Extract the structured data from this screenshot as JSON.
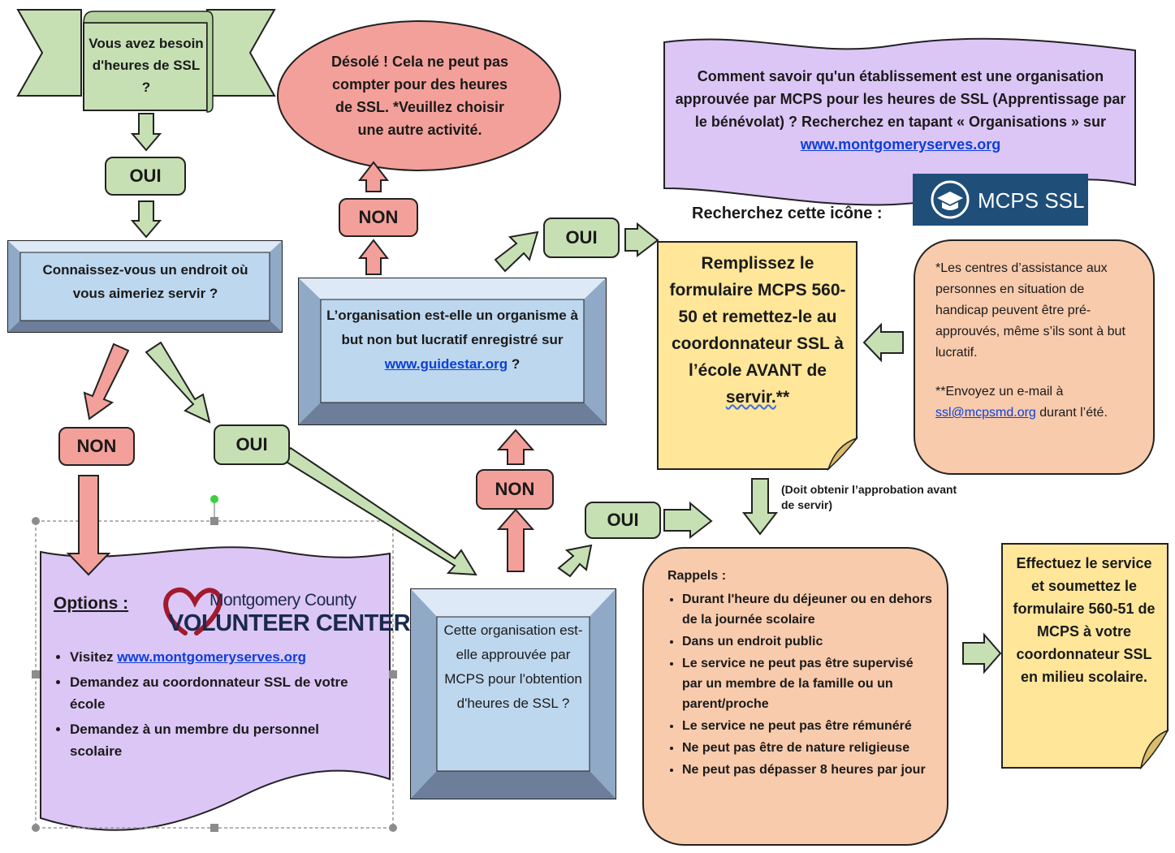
{
  "start": {
    "text": "Vous avez besoin d'heures de SSL ?"
  },
  "sorry": {
    "text": "Désolé ! Cela ne peut pas compter pour des heures de SSL. *Veuillez choisir une autre activité."
  },
  "how_to_know": {
    "text": "Comment savoir qu'un établissement est une organisation approuvée par MCPS pour les heures de SSL (Apprentissage par le bénévolat) ? Recherchez en tapant « Organisations » sur",
    "link": "www.montgomeryserves.org"
  },
  "search_icon_label": "Recherchez cette icône :",
  "mcps_badge": {
    "text": "MCPS SSL"
  },
  "labels": {
    "oui": "OUI",
    "non": "NON"
  },
  "know_place": {
    "text": "Connaissez-vous un endroit où vous aimeriez servir ?"
  },
  "nonprofit": {
    "text": "L’organisation est-elle un organisme à but non but lucratif enregistré sur",
    "link": "www.guidestar.org",
    "suffix": " ?"
  },
  "fill_form": {
    "text_a": "Remplissez le formulaire MCPS 560-50 et remettez-le au coordonnateur SSL à l’école AVANT de ",
    "text_b": "servir.",
    "text_c": "**"
  },
  "note": {
    "p1": "*Les centres d’assistance aux personnes en situation de handicap peuvent être pré-approuvés, même s’ils sont à but lucratif.",
    "p2_prefix": "**Envoyez un e-mail à ",
    "p2_link": "ssl@mcpsmd.org",
    "p2_suffix": " durant l’été."
  },
  "approval_note": "(Doit obtenir l’approbation avant de servir)",
  "approved": {
    "text": "Cette organisation est-elle approuvée par MCPS pour l'obtention d'heures de SSL ?"
  },
  "reminders": {
    "title": "Rappels :",
    "items": [
      "Durant l'heure du déjeuner ou en dehors de la journée scolaire",
      "Dans un endroit public",
      "Le service ne peut pas être supervisé par un membre de la famille ou un parent/proche",
      "Le service ne peut pas être rémunéré",
      "Ne peut pas être de nature religieuse",
      "Ne peut pas dépasser 8 heures par jour"
    ]
  },
  "final": {
    "text": "Effectuez le service et soumettez le formulaire 560-51 de MCPS à votre coordonnateur SSL en milieu scolaire."
  },
  "options": {
    "title": "Options :",
    "logo": {
      "line1": "Montgomery County",
      "line2": "VOLUNTEER CENTER"
    },
    "item1_prefix": "Visitez ",
    "item1_link": "www.montgomeryserves.org",
    "item2": "Demandez au coordonnateur SSL de votre école",
    "item3": "Demandez à un membre du personnel scolaire"
  },
  "colors": {
    "green": "#c6e0b4",
    "red": "#f4a09a",
    "blue": "#bdd7ee",
    "purple": "#dcc6f6",
    "orange": "#f8cbad",
    "yellow": "#ffe699",
    "navy": "#1f4e79",
    "link": "#0b3fd8"
  }
}
